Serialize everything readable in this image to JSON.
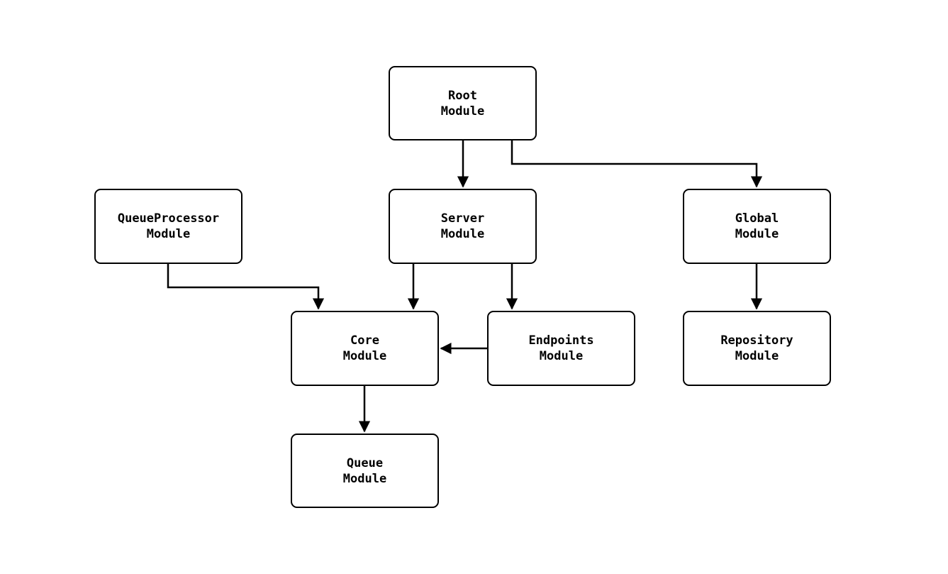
{
  "diagram": {
    "type": "module-dependency-graph",
    "colors": {
      "background": "#ffffff",
      "node_fill": "#ffffff",
      "node_border": "#000000",
      "edge": "#000000",
      "text": "#000000"
    },
    "nodes": {
      "root": {
        "label": "Root\nModule"
      },
      "queueproc": {
        "label": "QueueProcessor\nModule"
      },
      "server": {
        "label": "Server\nModule"
      },
      "global": {
        "label": "Global\nModule"
      },
      "core": {
        "label": "Core\nModule"
      },
      "endpoints": {
        "label": "Endpoints\nModule"
      },
      "repository": {
        "label": "Repository\nModule"
      },
      "queue": {
        "label": "Queue\nModule"
      }
    },
    "edges": [
      {
        "from": "Root Module",
        "to": "Server Module"
      },
      {
        "from": "Root Module",
        "to": "Global Module"
      },
      {
        "from": "QueueProcessor Module",
        "to": "Core Module"
      },
      {
        "from": "Server Module",
        "to": "Core Module"
      },
      {
        "from": "Server Module",
        "to": "Endpoints Module"
      },
      {
        "from": "Endpoints Module",
        "to": "Core Module"
      },
      {
        "from": "Global Module",
        "to": "Repository Module"
      },
      {
        "from": "Core Module",
        "to": "Queue Module"
      }
    ]
  }
}
